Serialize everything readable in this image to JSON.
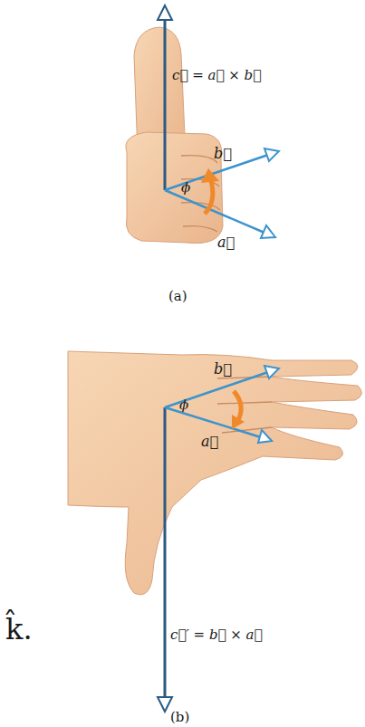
{
  "diagram": {
    "labels": [
      "c⃗ = a⃗ × b⃗",
      "b⃗",
      "ϕ",
      "a⃗",
      "(a)",
      "b⃗",
      "ϕ",
      "a⃗",
      "c⃗′ = b⃗ × a⃗",
      "(b)",
      "k̂."
    ]
  }
}
